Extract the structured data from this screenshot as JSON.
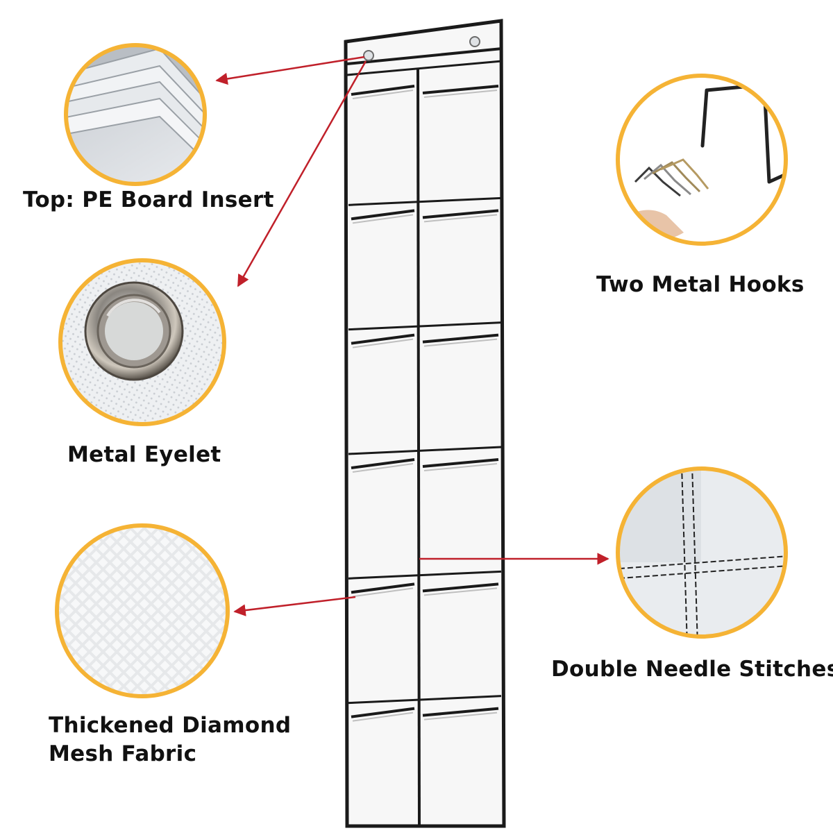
{
  "callouts": {
    "pe_board": {
      "label": "Top: PE Board Insert",
      "icon": "pe-board-stack"
    },
    "eyelet": {
      "label": "Metal Eyelet",
      "icon": "metal-eyelet"
    },
    "mesh": {
      "label_line1": "Thickened Diamond",
      "label_line2": "Mesh Fabric",
      "icon": "diamond-mesh-fabric"
    },
    "hooks": {
      "label": "Two Metal Hooks",
      "icon": "metal-hooks"
    },
    "stitches": {
      "label": "Double Needle Stitches",
      "icon": "double-needle-stitches"
    }
  },
  "organizer": {
    "pocket_rows": 6,
    "pocket_columns": 2
  },
  "colors": {
    "ring": "#f5b335",
    "arrow": "#c0202a",
    "frame": "#1a1a1a",
    "fabric": "#f7f7f7"
  }
}
